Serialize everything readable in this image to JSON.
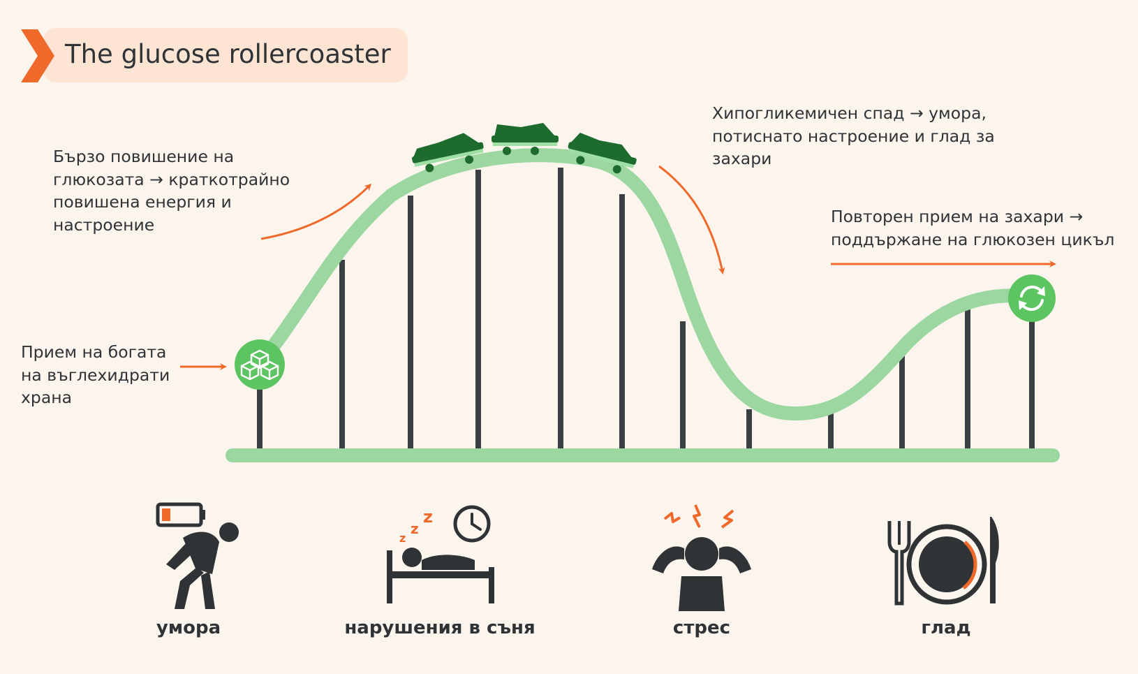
{
  "title": "The glucose rollercoaster",
  "colors": {
    "accent": "#ef6a2a",
    "track": "#9cd6a0",
    "coaster": "#1e6b2e",
    "node": "#5cc461",
    "support": "#3a3f44"
  },
  "annotations": {
    "intake": [
      "Прием на богата",
      "на въглехидрати",
      "храна"
    ],
    "rise": [
      "Бързо повишение на",
      "глюкозата → краткотрайно",
      "повишена енергия и",
      "настроение"
    ],
    "drop": [
      "Хипогликемичен спад → умора,",
      "потиснато настроение и глад за",
      "захари"
    ],
    "repeat": [
      "Повторен прием на захари →",
      "поддържане на глюкозен цикъл"
    ]
  },
  "icons": {
    "start": "sugar-cubes-icon",
    "end": "refresh-cycle-icon",
    "coaster": "coaster-car-icon"
  },
  "symptoms": [
    {
      "icon": "tired-person-low-battery-icon",
      "label": "умора"
    },
    {
      "icon": "sleeping-bed-clock-icon",
      "label": "нарушения в съня"
    },
    {
      "icon": "stressed-person-icon",
      "label": "стрес"
    },
    {
      "icon": "plate-fork-knife-icon",
      "label": "глад"
    }
  ]
}
